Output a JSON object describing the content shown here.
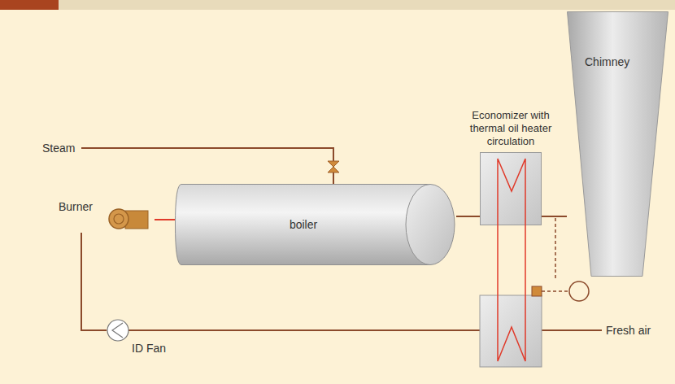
{
  "diagram": {
    "nodes": [
      {
        "text": [
          "Burner"
        ]
      },
      {
        "text": [
          "boiler"
        ]
      },
      {
        "text": [
          "Economizer with thermal oil heater circulation"
        ]
      },
      {
        "text": [
          "Chimney"
        ]
      },
      {
        "text": [
          "ID Fan"
        ]
      }
    ],
    "edges": [
      {
        "from": 0,
        "to": 1,
        "arrow": "none"
      },
      {
        "from": 1,
        "to": 2,
        "arrow": "none"
      },
      {
        "from": 2,
        "to": 3,
        "arrow": "none"
      },
      {
        "from": 4,
        "to": 0,
        "arrow": "none"
      }
    ],
    "labels": [
      "Steam",
      "Fresh air"
    ]
  }
}
